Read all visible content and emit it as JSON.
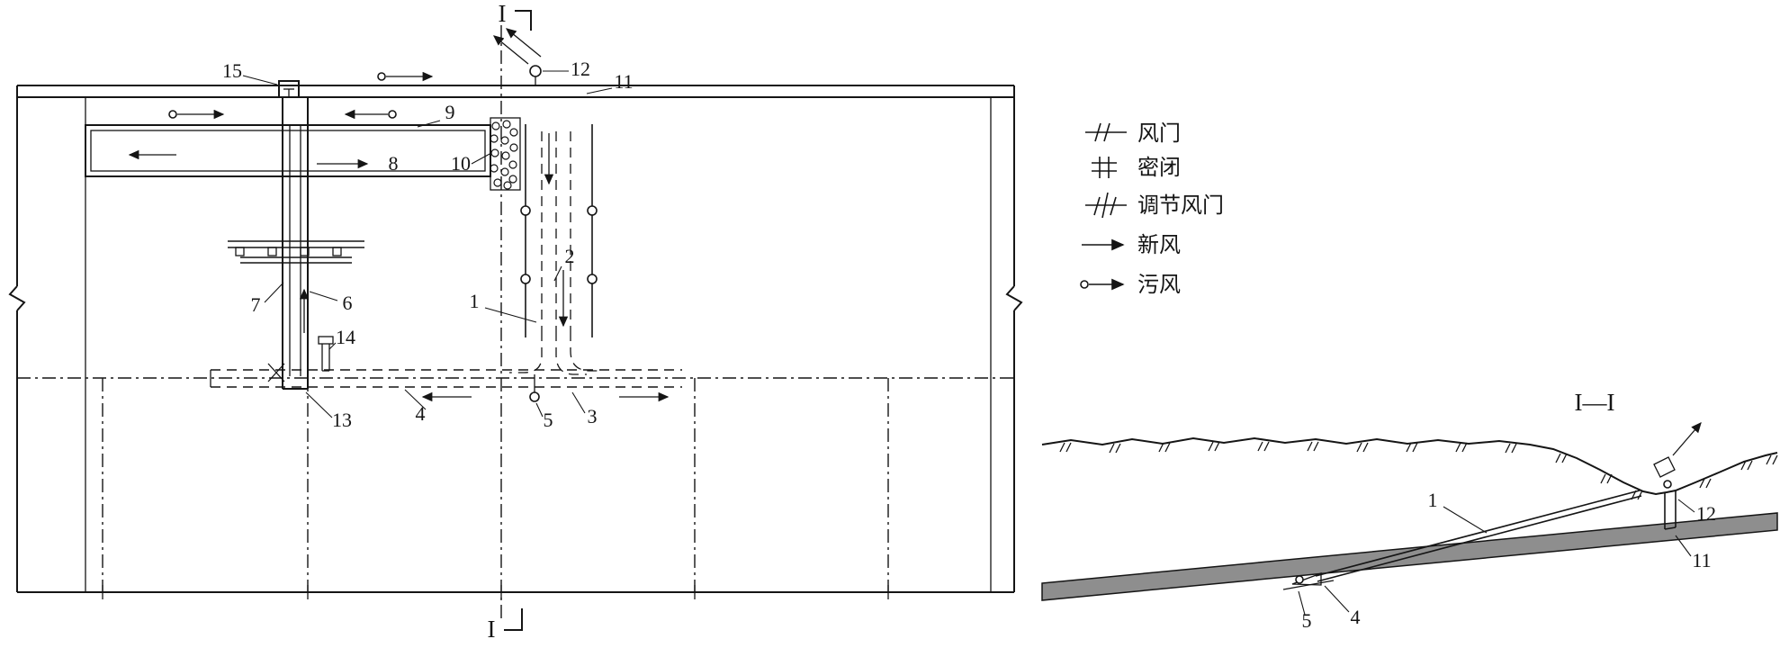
{
  "plan": {
    "marker_top": "I",
    "marker_bottom": "I",
    "labels": {
      "l1": "1",
      "l2": "2",
      "l3": "3",
      "l4": "4",
      "l5": "5",
      "l6": "6",
      "l7": "7",
      "l8": "8",
      "l9": "9",
      "l10": "10",
      "l11": "11",
      "l12": "12",
      "l13": "13",
      "l14": "14",
      "l15": "15"
    }
  },
  "legend": {
    "items": [
      {
        "symbol": "air-door",
        "label": "风门"
      },
      {
        "symbol": "seal",
        "label": "密闭"
      },
      {
        "symbol": "regulating-air-door",
        "label": "调节风门"
      },
      {
        "symbol": "fresh-air-arrow",
        "label": "新风"
      },
      {
        "symbol": "foul-air-arrow",
        "label": "污风"
      }
    ]
  },
  "section": {
    "title": "I—I",
    "labels": {
      "l1": "1",
      "l4": "4",
      "l5": "5",
      "l11": "11",
      "l12": "12"
    }
  }
}
